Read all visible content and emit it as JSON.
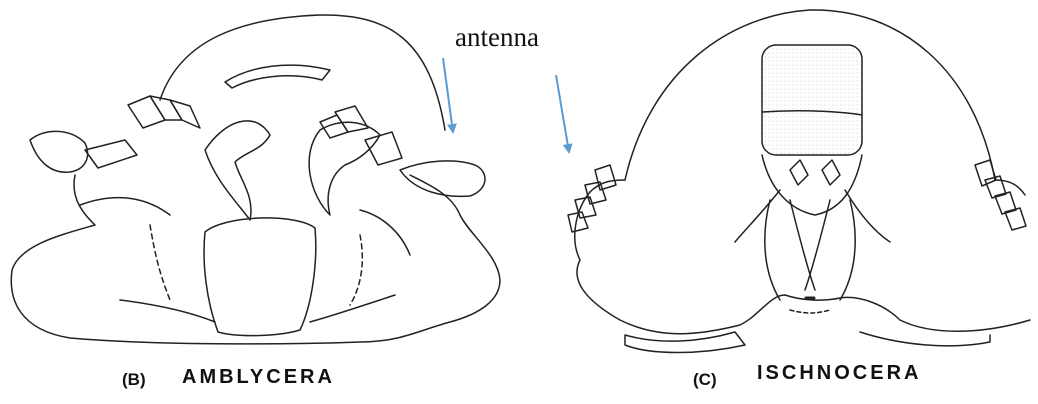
{
  "labels": {
    "antenna": "antenna",
    "panel_b_letter": "(B)",
    "panel_b_name": "AMBLYCERA",
    "panel_c_letter": "(C)",
    "panel_c_name": "ISCHNOCERA"
  },
  "colors": {
    "line": "#222222",
    "arrow": "#5b9bd5",
    "stipple": "#bbbbbb"
  }
}
